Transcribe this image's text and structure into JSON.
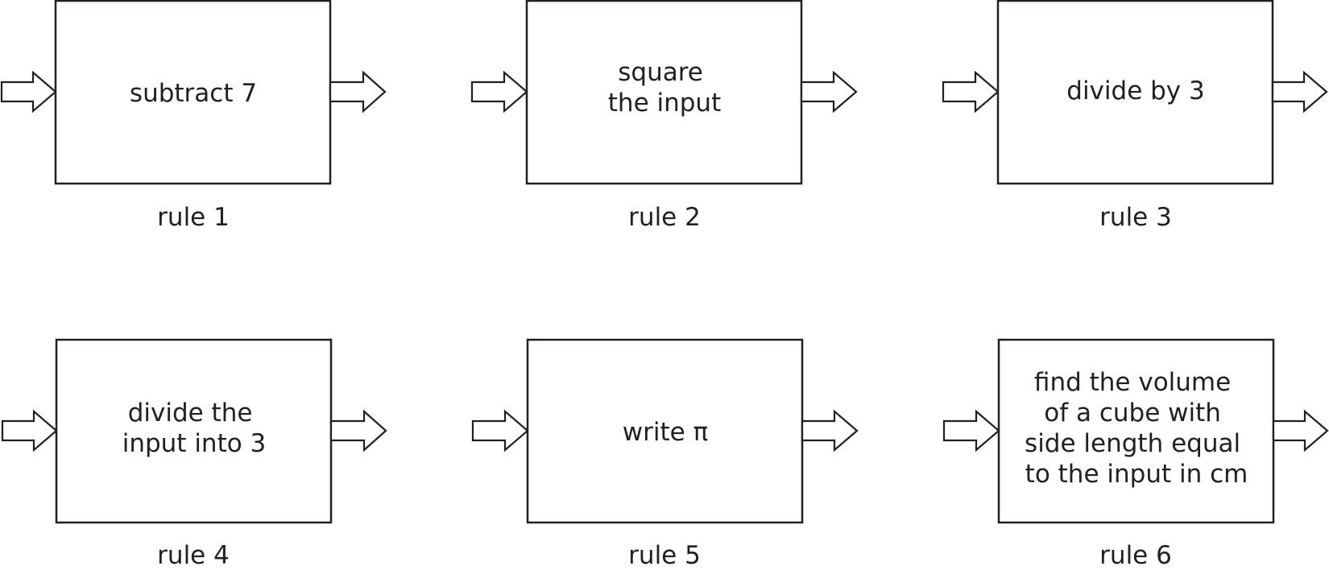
{
  "rules": [
    {
      "lines": [
        "subtract 7"
      ],
      "label": "rule 1"
    },
    {
      "lines": [
        "square",
        "the input"
      ],
      "label": "rule 2"
    },
    {
      "lines": [
        "divide by 3"
      ],
      "label": "rule 3"
    },
    {
      "lines": [
        "divide the",
        "input into 3"
      ],
      "label": "rule 4"
    },
    {
      "lines": [
        "write π"
      ],
      "label": "rule 5"
    },
    {
      "lines": [
        "find the volume",
        "of a cube with",
        "side length equal",
        "to the input in cm"
      ],
      "label": "rule 6"
    }
  ]
}
